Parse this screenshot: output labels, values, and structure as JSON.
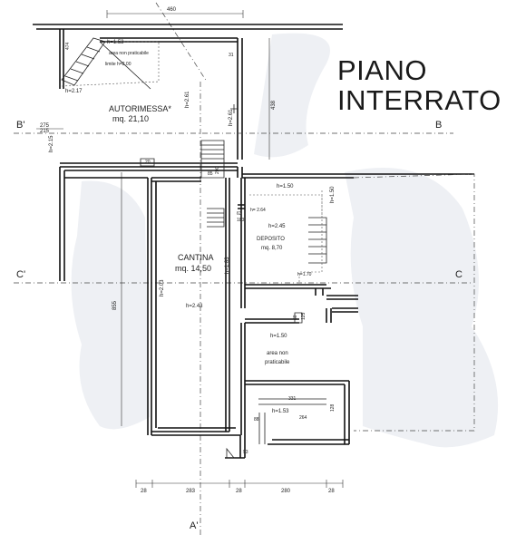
{
  "title": {
    "line1": "PIANO",
    "line2": "INTERRATO"
  },
  "rooms": {
    "autorimessa": {
      "name": "AUTORIMESSA*",
      "area": "mq. 21,10"
    },
    "cantina": {
      "name": "CANTINA",
      "area": "mq. 14,50",
      "height": "h=2.43"
    },
    "deposito": {
      "name": "DEPOSITO",
      "area": "mq. 8,70",
      "height": "h=2.45"
    },
    "area_non_praticabile": {
      "line1": "area non",
      "line2": "praticabile",
      "height": "h=1.50"
    }
  },
  "heights": {
    "h_2_17": "h=2.17",
    "h_2_61": "h=2.61",
    "h_2_15": "h=2.15",
    "h_2_03": "h=2.03",
    "h_1_83": "h=1.83",
    "h_1_50_top": "h=1.50",
    "h_1_50_side": "h=1.50",
    "h_1_70": "h=1.70",
    "h_1_53": "h=1.53",
    "h_1_53_b": "h=1.53",
    "h_2_64": "h= 2.64",
    "h_2_61_top": "h=2.61",
    "area_non_prat_small": "area non praticabile",
    "limite": "limite h=2.00"
  },
  "dimensions": {
    "top_460": "460",
    "right_438": "438",
    "left_275": "275",
    "left_215": "215",
    "left_855": "855",
    "bottom": [
      "28",
      "283",
      "28",
      "280",
      "28"
    ],
    "d_31": "31",
    "d_20": "20",
    "d_85": "85",
    "d_200": "200",
    "d_63": "63",
    "d_183": "183",
    "d_60": "60",
    "d_125": "125",
    "d_331": "331",
    "d_264": "264",
    "d_88": "88",
    "d_93": "93",
    "d_128": "128",
    "d_474": "474"
  },
  "sections": {
    "b_left": "B'",
    "b_right": "B",
    "c_left": "C'",
    "c_right": "C",
    "a_bottom": "A'"
  }
}
